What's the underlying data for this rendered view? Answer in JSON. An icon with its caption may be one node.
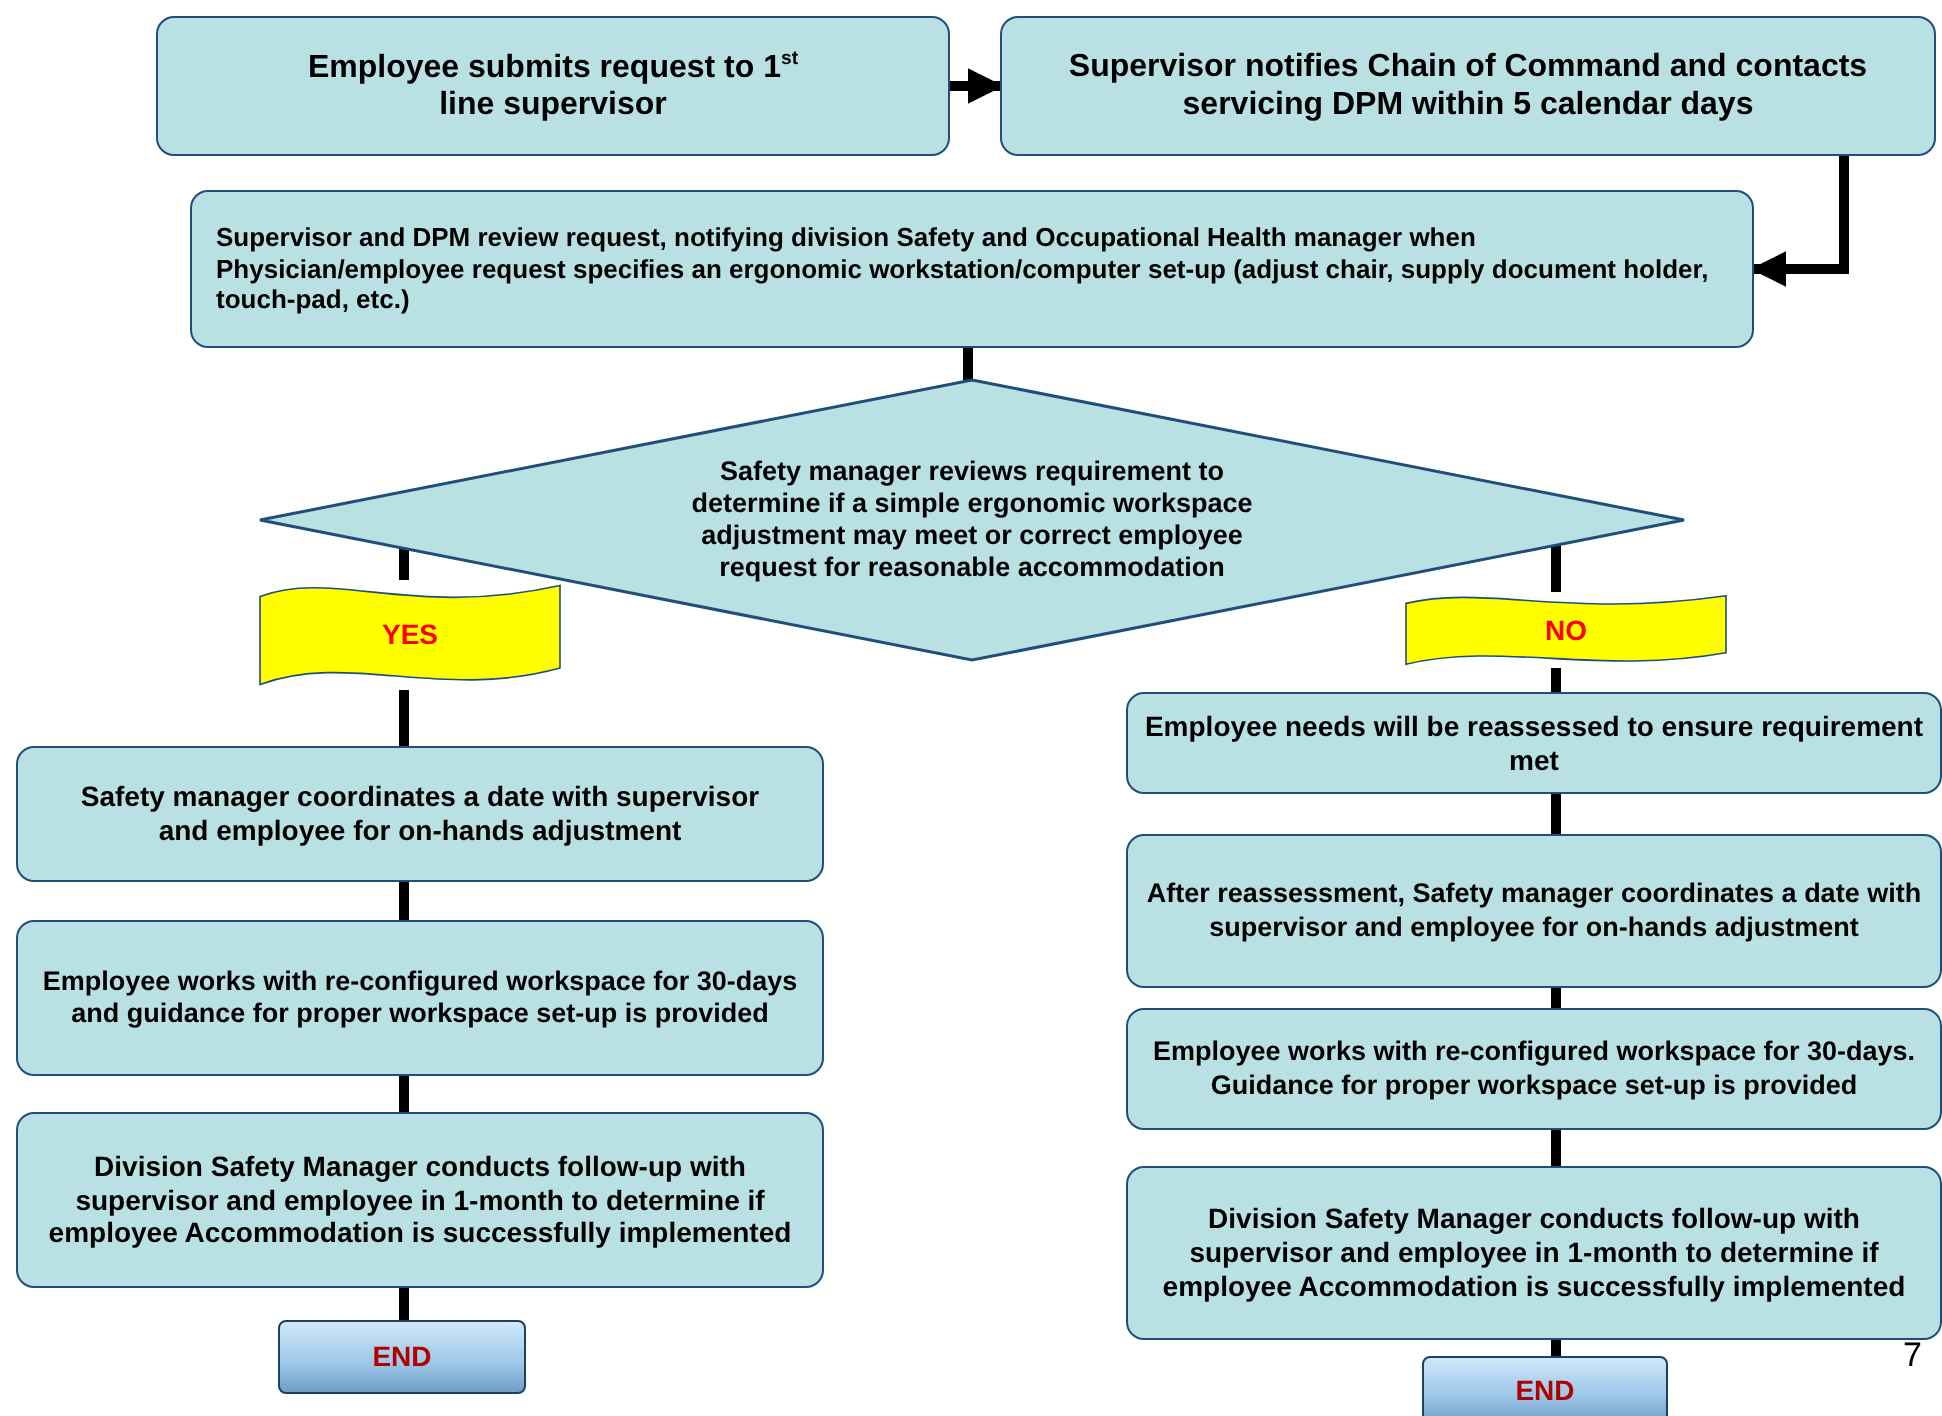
{
  "diagram": {
    "nodes": [
      {
        "text": [
          "Employee submits request to 1$^{st}$ line supervisor"
        ]
      },
      {
        "text": [
          "Supervisor notifies Chain of Command and contacts servicing DPM within 5 calendar days"
        ]
      },
      {
        "text": [
          "Supervisor and DPM review request, notifying division Safety and Occupational Health manager when Physician/employee request specifies an ergonomic workstation/computer set-up (adjust chair, supply document holder, touch-pad, etc.)"
        ]
      },
      {
        "text": [
          "Safety manager reviews requirement to determine if a simple ergonomic workspace adjustment may meet or correct employee request for reasonable accommodation"
        ]
      },
      {
        "text": [
          "YES"
        ]
      },
      {
        "text": [
          "NO"
        ]
      },
      {
        "text": [
          "Safety manager coordinates a date with supervisor and employee for on-hands adjustment"
        ]
      },
      {
        "text": [
          "Employee works with re-configured workspace for 30-days and guidance for proper workspace set-up is provided"
        ]
      },
      {
        "text": [
          "Division Safety  Manager conducts follow-up with supervisor and employee in 1-month to determine if employee Accommodation is successfully implemented"
        ]
      },
      {
        "text": [
          "END"
        ]
      },
      {
        "text": [
          "Employee needs will be reassessed to ensure requirement met"
        ]
      },
      {
        "text": [
          "After reassessment, Safety manager coordinates a date with supervisor and employee for on-hands adjustment"
        ]
      },
      {
        "text": [
          "Employee works with re-configured workspace for 30-days.  Guidance for proper workspace set-up is provided"
        ]
      },
      {
        "text": [
          "Division Safety  Manager conducts follow-up with supervisor and employee in 1-month to determine if employee Accommodation is successfully implemented"
        ]
      },
      {
        "text": [
          "END"
        ]
      }
    ],
    "edges": [
      {
        "from": 0,
        "to": 1,
        "arrow": "to"
      },
      {
        "from": 1,
        "to": 2,
        "arrow": "to"
      },
      {
        "from": 2,
        "to": 3,
        "arrow": "none"
      },
      {
        "from": 3,
        "to": 4,
        "arrow": "none"
      },
      {
        "from": 4,
        "to": 6,
        "arrow": "none"
      },
      {
        "from": 6,
        "to": 7,
        "arrow": "none"
      },
      {
        "from": 7,
        "to": 8,
        "arrow": "none"
      },
      {
        "from": 8,
        "to": 9,
        "arrow": "none"
      },
      {
        "from": 3,
        "to": 5,
        "arrow": "none"
      },
      {
        "from": 5,
        "to": 10,
        "arrow": "none"
      },
      {
        "from": 10,
        "to": 11,
        "arrow": "none"
      },
      {
        "from": 11,
        "to": 12,
        "arrow": "none"
      },
      {
        "from": 12,
        "to": 13,
        "arrow": "none"
      },
      {
        "from": 13,
        "to": 14,
        "arrow": "none"
      }
    ],
    "labels": [
      "7"
    ]
  }
}
